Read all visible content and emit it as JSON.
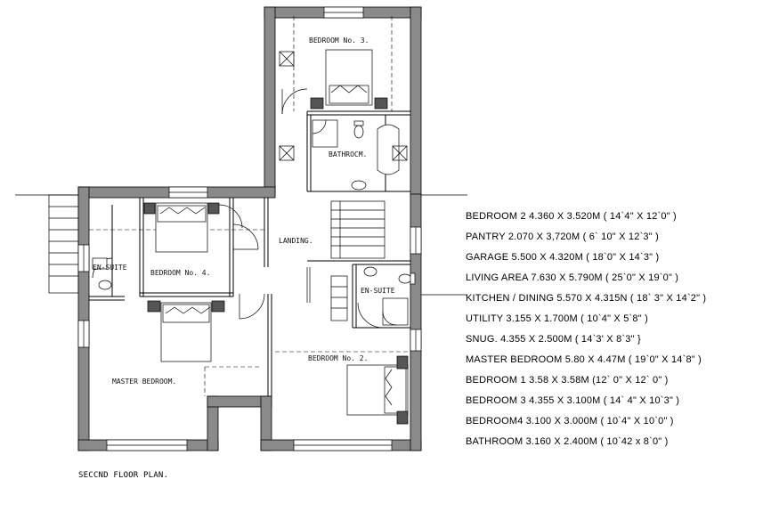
{
  "plan": {
    "title": "SECCND FLOOR PLAN.",
    "rooms": {
      "bedroom3": "BEDROOM No. 3.",
      "bathroom": "BATHROCM.",
      "landing": "LANDING.",
      "ensuite_left": "EN-SUITE",
      "bedroom4": "BEDROOM No. 4.",
      "ensuite_right": "EN-SUITE",
      "bedroom2": "BEDROOM No. 2.",
      "master": "MASTER BEDROOM."
    }
  },
  "room_schedule": [
    "BEDROOM 2  4.360 X 3.520M ( 14`4\" X 12`0\" )",
    "PANTRY  2.070 X 3,720M ( 6` 10\" X 12`3\" )",
    "GARAGE  5.500 X 4.320M ( 18`0\" X 14`3\" )",
    "LIVING AREA  7.630 X 5.790M  ( 25`0\" X 19`0\" )",
    "KITCHEN / DINING  5.570 X 4.315N ( 18` 3\" X 14`2\" )",
    "UTILITY 3.155 X 1.700M  ( 10`4\" X 5`8\" )",
    "SNUG. 4.355 X 2.500M  ( 14`3' X 8`3\" }",
    "MASTER BEDROOM  5.80 X 4.47M ( 19`0\" X 14`8\" )",
    "BEDROOM 1 3.58 X 3.58M (12` 0\" X 12` 0\" )",
    "BEDROOM 3  4.355 X 3.100M ( 14` 4\" X 10`3\" )",
    "BEDROOM4 3.100 X 3.000M ( 10`4\" X 10`0\" )",
    "BATHROOM 3.160 X 2.400M ( 10`42 x 8`0\" )"
  ],
  "colors": {
    "wall": "#8a8a8a",
    "line": "#000000"
  }
}
